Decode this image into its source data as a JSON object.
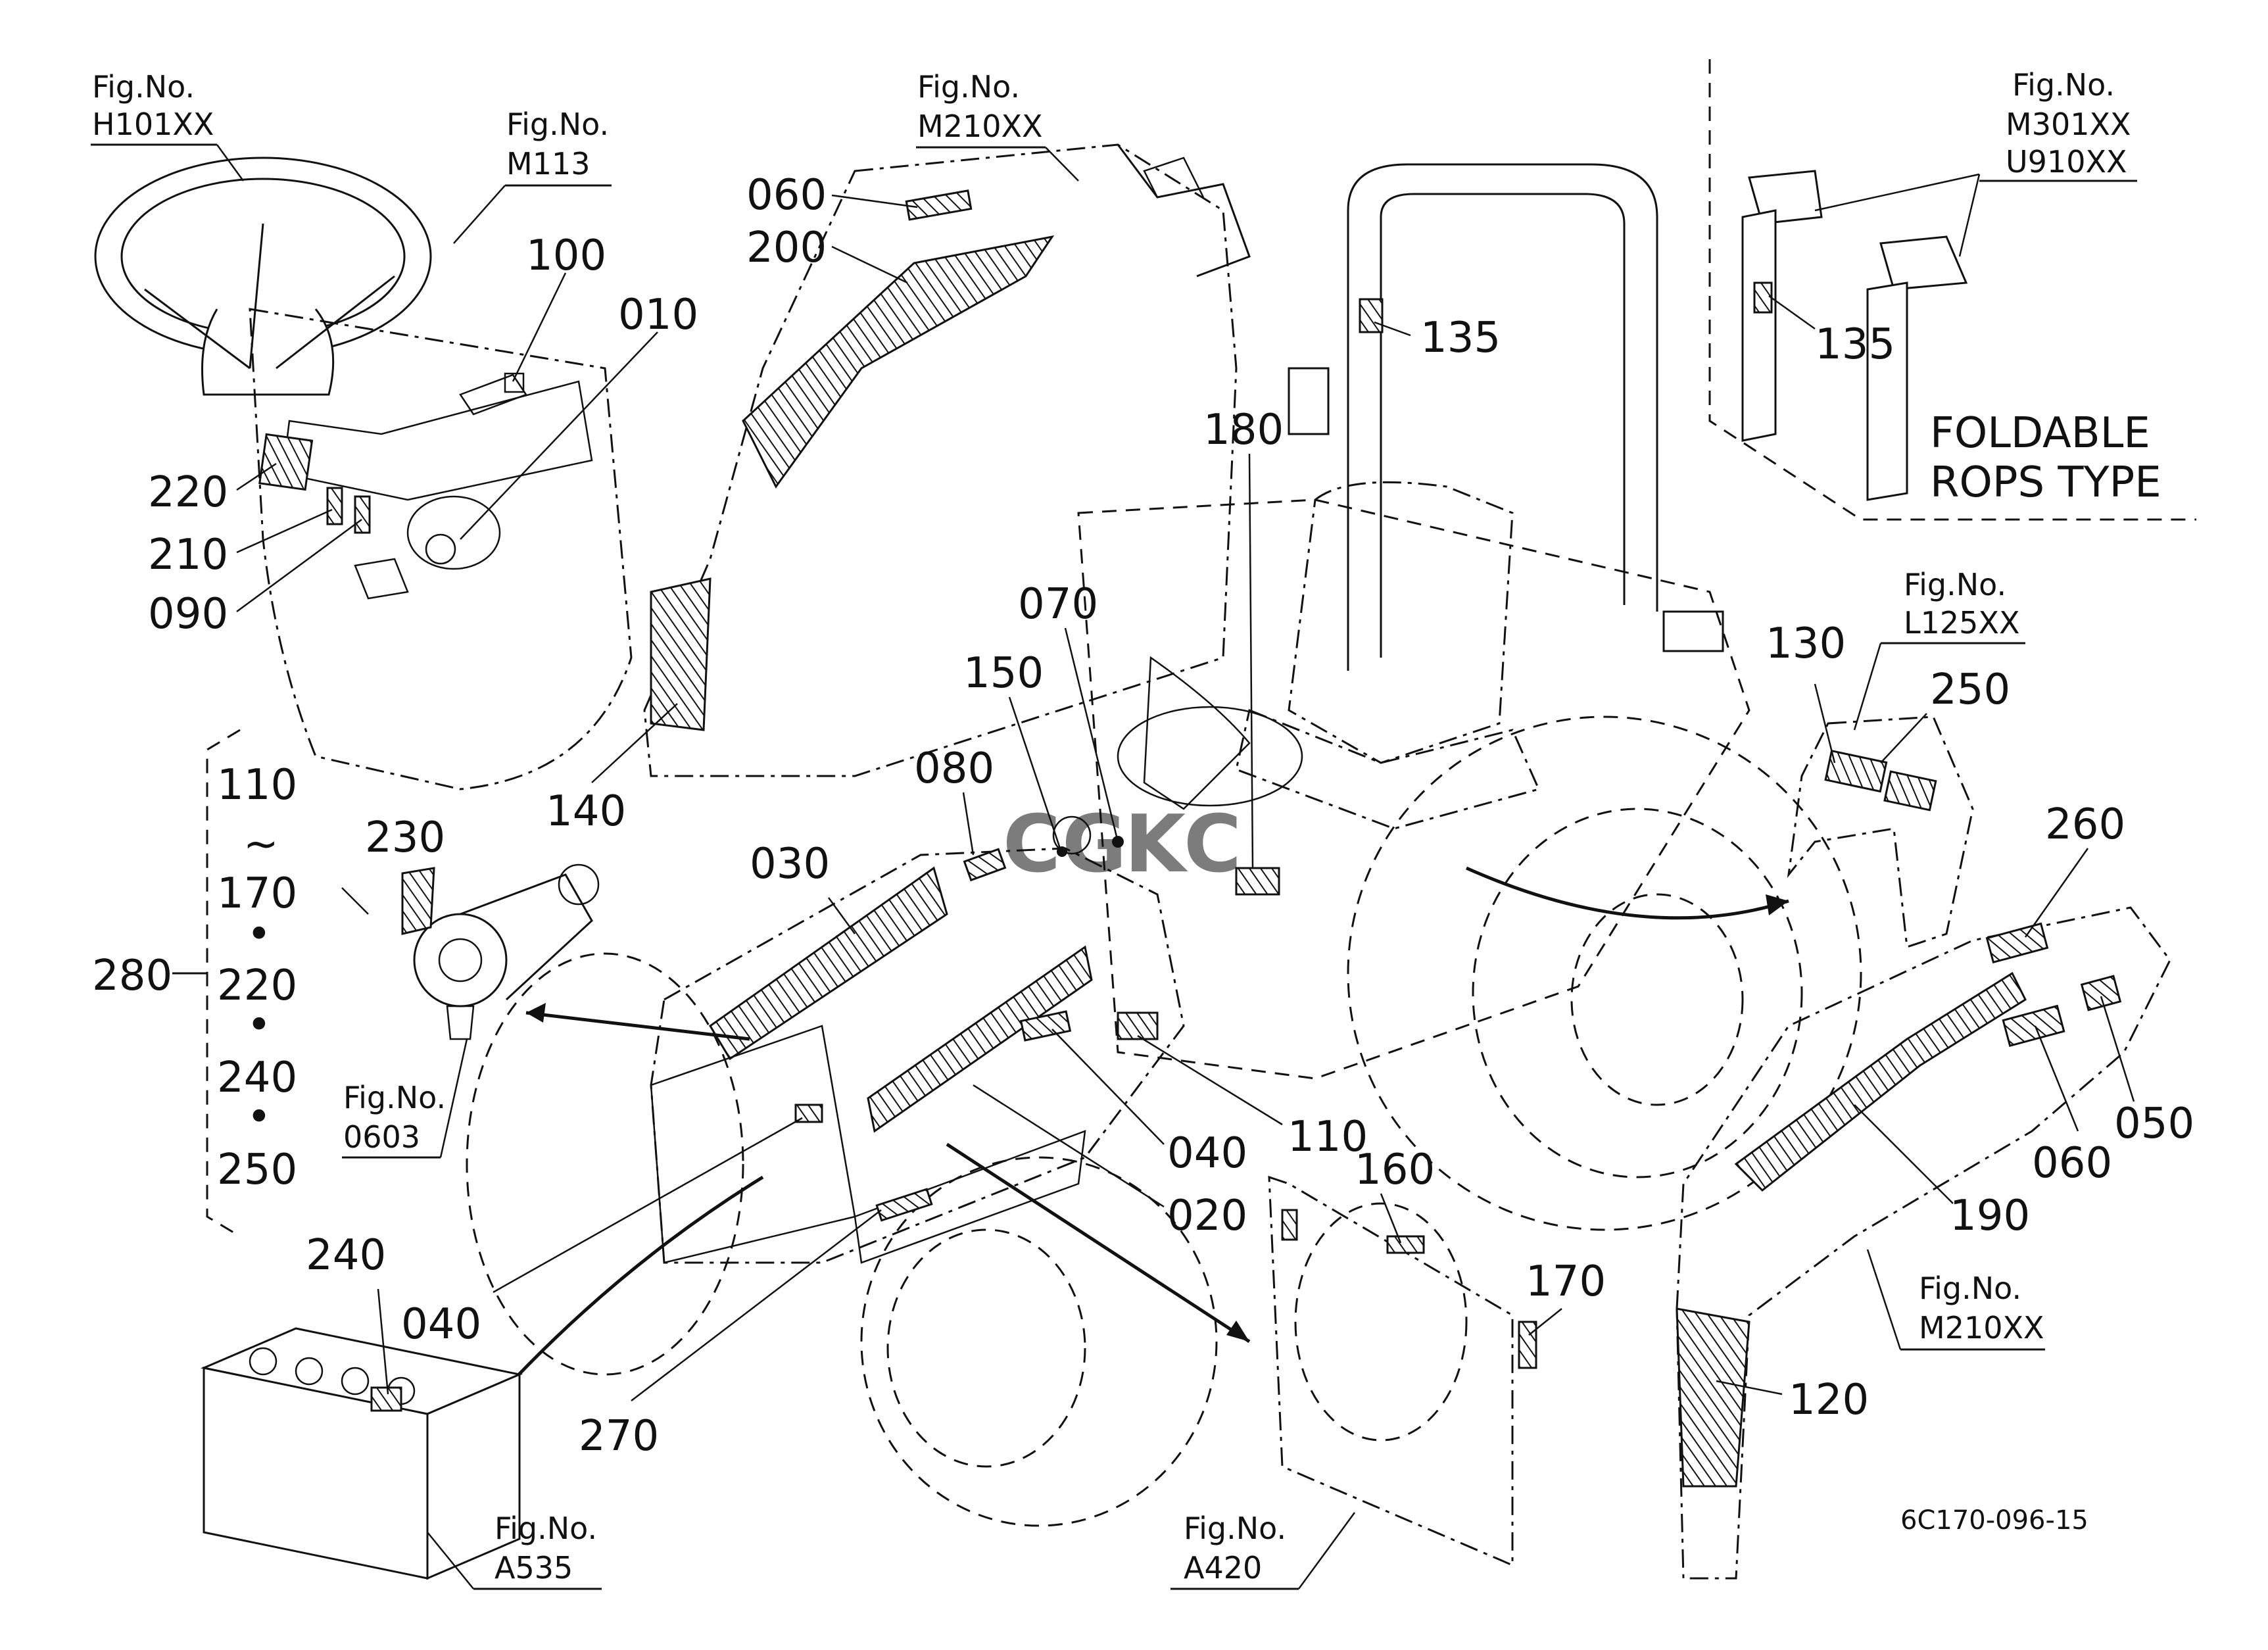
{
  "figure_refs": {
    "h101": {
      "label": "Fig.No.",
      "code": "H101XX"
    },
    "m113": {
      "label": "Fig.No.",
      "code": "M113"
    },
    "m210_top": {
      "label": "Fig.No.",
      "code": "M210XX"
    },
    "m301": {
      "label": "Fig.No.",
      "code": "M301XX",
      "code2": "U910XX"
    },
    "l125": {
      "label": "Fig.No.",
      "code": "L125XX"
    },
    "fig0603": {
      "label": "Fig.No.",
      "code": "0603"
    },
    "a535": {
      "label": "Fig.No.",
      "code": "A535"
    },
    "a420": {
      "label": "Fig.No.",
      "code": "A420"
    },
    "m210_bottom": {
      "label": "Fig.No.",
      "code": "M210XX"
    }
  },
  "callouts": {
    "c060_top": "060",
    "c200": "200",
    "c100": "100",
    "c010": "010",
    "c220": "220",
    "c210": "210",
    "c090": "090",
    "c135_main": "135",
    "c135_rops": "135",
    "c180": "180",
    "c070": "070",
    "c150": "150",
    "c080": "080",
    "c140": "140",
    "c130": "130",
    "c250_right": "250",
    "c260": "260",
    "c230": "230",
    "c030": "030",
    "c040_mid": "040",
    "c110_mid": "110",
    "c020": "020",
    "c160": "160",
    "c170_right": "170",
    "c190": "190",
    "c060_right": "060",
    "c050": "050",
    "c120": "120",
    "c240_bat": "240",
    "c040_left": "040",
    "c270": "270"
  },
  "group_280": {
    "label": "280",
    "items": [
      "110",
      "~",
      "170",
      "•",
      "220",
      "•",
      "240",
      "•",
      "250"
    ]
  },
  "rops_note": {
    "line1": "FOLDABLE",
    "line2": "ROPS  TYPE"
  },
  "drawing_code": "6C170-096-15",
  "watermark": {
    "text": "CGKC",
    "colors": [
      "#3b7fe0",
      "#e8443a",
      "#f2b21c",
      "#2fa84f"
    ]
  }
}
